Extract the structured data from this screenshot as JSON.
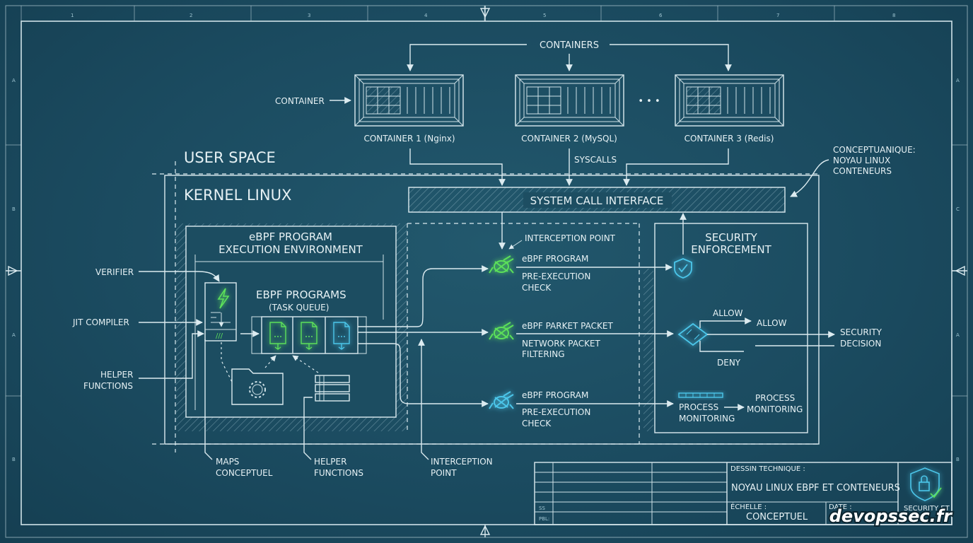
{
  "containers": {
    "title": "CONTAINERS",
    "side_label": "CONTAINER",
    "items": [
      {
        "label": "CONTAINER 1 (Nginx)"
      },
      {
        "label": "CONTAINER 2 (MySQL)"
      },
      {
        "label": "CONTAINER 3 (Redis)"
      }
    ],
    "ellipsis": "• • •",
    "syscalls": "SYSCALLS"
  },
  "spaces": {
    "user_space": "USER SPACE",
    "kernel": "KERNEL LINUX"
  },
  "syscall_interface": "SYSTEM CALL INTERFACE",
  "side_note": [
    "CONCEPTUANIQUE:",
    "NOYAU LINUX",
    "CONTENEURS"
  ],
  "execution_env": {
    "title": [
      "eBPF PROGRAM",
      "EXECUTION ENVIRONMENT"
    ],
    "programs_title": "EBPF PROGRAMS",
    "programs_subtitle": "(TASK QUEUE)",
    "verifier": "VERIFIER",
    "jit": "JIT COMPILER",
    "helper_left": [
      "HELPER",
      "FUNCTIONS"
    ],
    "maps": [
      "MAPS",
      "CONCEPTUEL"
    ],
    "helper_bottom": [
      "HELPER",
      "FUNCTIONS"
    ]
  },
  "interception": {
    "top": "INTERCEPTION POINT",
    "bottom": [
      "INTERCEPTION",
      "POINT"
    ]
  },
  "programs": [
    {
      "title": "eBPF PROGRAM",
      "sub": [
        "PRE-EXECUTION",
        "CHECK"
      ],
      "color": "#5ce05a"
    },
    {
      "title": "eBPF PARKET PACKET",
      "sub": [
        "NETWORK PACKET",
        "FILTERING"
      ],
      "color": "#5ce05a"
    },
    {
      "title": "eBPF PROGRAM",
      "sub": [
        "PRE-EXECUTION",
        "CHECK"
      ],
      "color": "#4cc6ea"
    }
  ],
  "security": {
    "title": [
      "SECURITY",
      "ENFORCEMENT"
    ],
    "allow1": "ALLOW",
    "allow2": "ALLOW",
    "deny": "DENY",
    "decision": [
      "SECURITY",
      "DECISION"
    ],
    "process": [
      "PROCESS",
      "MONITORING"
    ],
    "process2": [
      "PROCESS",
      "MONITORING"
    ]
  },
  "title_block": {
    "row1": "SS",
    "row2": "PBL:",
    "dessin_label": "DESSIN TECHNIQUE :",
    "dessin_value": "NOYAU LINUX EBPF ET CONTENEURS",
    "echelle_label": "ÉCHELLE :",
    "echelle_value": "CONCEPTUEL",
    "date_label": "DATE :",
    "security_label": "SECURITY ET"
  },
  "grid_refs": {
    "top": [
      "1",
      "2",
      "3",
      "4",
      "5",
      "6",
      "7",
      "8"
    ],
    "left": [
      "A",
      "B",
      "A",
      "B"
    ],
    "right": [
      "A",
      "C",
      "A",
      "B"
    ]
  },
  "brand": "devopssec.fr",
  "colors": {
    "background": "#1b4b60",
    "line": "#dcebf0",
    "green": "#5ce05a",
    "blue": "#4cc6ea"
  }
}
